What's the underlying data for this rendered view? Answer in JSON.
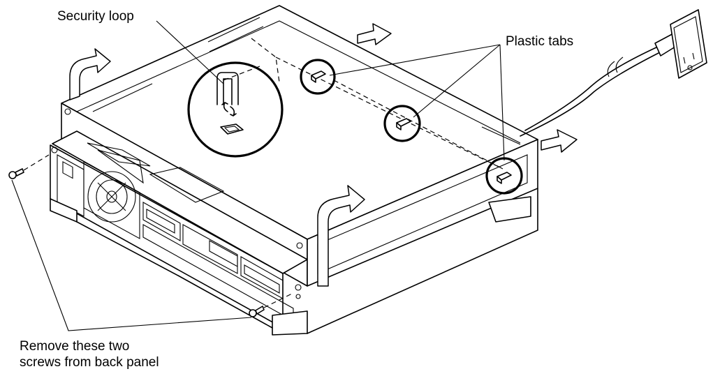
{
  "figure": {
    "labels": {
      "security_loop": "Security loop",
      "plastic_tabs": "Plastic tabs",
      "remove_line1": "Remove these two",
      "remove_line2": "screws from back panel"
    }
  }
}
